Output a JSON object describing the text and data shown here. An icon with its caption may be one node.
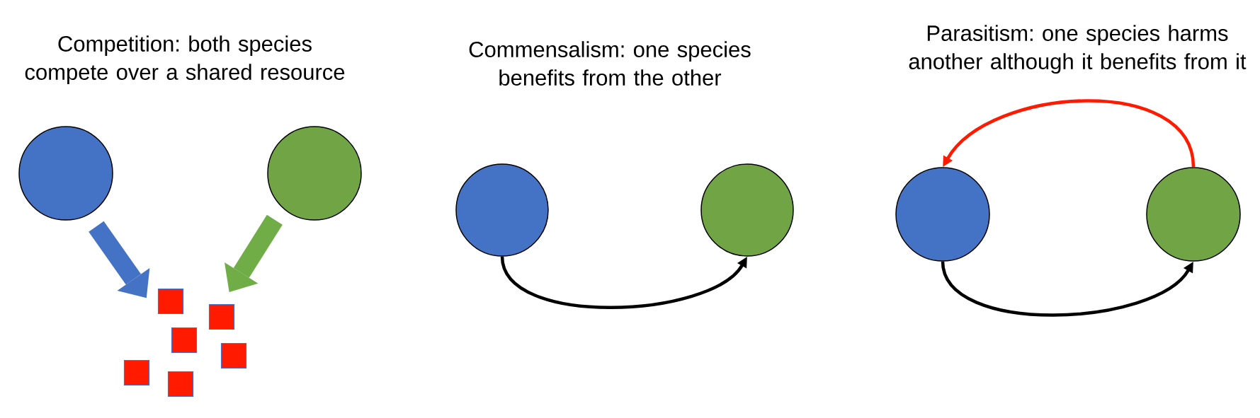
{
  "diagram": {
    "nodes": [
      {
        "text": [],
        "shape": "circle"
      },
      {
        "text": [],
        "shape": "circle"
      },
      {
        "text": [],
        "shape": "box"
      },
      {
        "text": [],
        "shape": "box"
      },
      {
        "text": [],
        "shape": "box"
      },
      {
        "text": [],
        "shape": "box"
      },
      {
        "text": [],
        "shape": "box"
      },
      {
        "text": [],
        "shape": "box"
      },
      {
        "text": [],
        "shape": "circle"
      },
      {
        "text": [],
        "shape": "circle"
      },
      {
        "text": [],
        "shape": "circle"
      },
      {
        "text": [],
        "shape": "circle"
      }
    ],
    "edges": [
      {
        "from": 0,
        "to": 2,
        "arrow": "to",
        "style": "thick",
        "color": "#4472c4"
      },
      {
        "from": 1,
        "to": 3,
        "arrow": "to",
        "style": "thick",
        "color": "#70ad47"
      },
      {
        "from": 8,
        "to": 9,
        "arrow": "to"
      },
      {
        "from": 11,
        "to": 10,
        "arrow": "to",
        "color": "#ff1a00"
      },
      {
        "from": 10,
        "to": 11,
        "arrow": "to"
      }
    ],
    "labels": [
      "Competition: both species compete over a shared resource",
      "Commensalism: one species benefits from the other",
      "Parasitism: one species harms another although it benefits from it"
    ]
  }
}
